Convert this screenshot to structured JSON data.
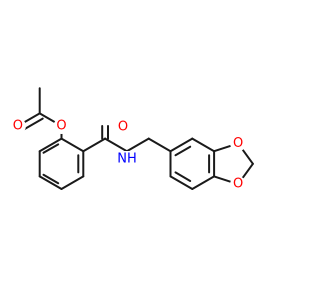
{
  "molecule": {
    "colors": {
      "bond": "#1a1a1a",
      "oxygen": "#ff0000",
      "nitrogen": "#0000ff"
    },
    "atoms": {
      "o_ester": {
        "symbol": "O",
        "element": "oxygen"
      },
      "o_acetyl_carbonyl": {
        "symbol": "O",
        "element": "oxygen"
      },
      "o_amide": {
        "symbol": "O",
        "element": "oxygen"
      },
      "n_amide": {
        "symbol": "NH",
        "element": "nitrogen"
      },
      "o_dioxole_top": {
        "symbol": "O",
        "element": "oxygen"
      },
      "o_dioxole_bottom": {
        "symbol": "O",
        "element": "oxygen"
      }
    }
  }
}
